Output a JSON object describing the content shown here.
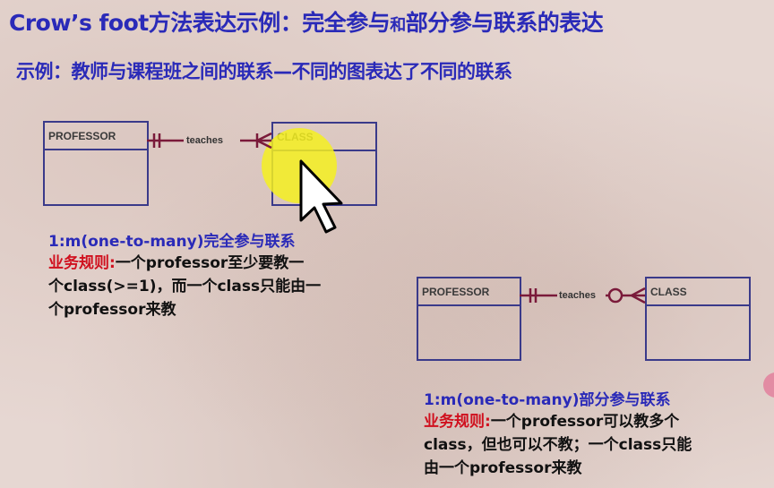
{
  "title": {
    "part1": "Crow’s foot方法表达示例：完全参与",
    "part2": "和",
    "part3": "部分参与联系的表达"
  },
  "subtitle": "示例：教师与课程班之间的联系—不同的图表达了不同的联系",
  "diagram1": {
    "left_entity": "PROFESSOR",
    "right_entity": "CLASS",
    "relationship": "teaches",
    "heading": "1:m(one-to-many)完全参与联系",
    "rule_label": "业务规则:",
    "rule_lines": [
      "一个professor至少要教一",
      "个class(>=1)，而一个class只能由一",
      "个professor来教"
    ]
  },
  "diagram2": {
    "left_entity": "PROFESSOR",
    "right_entity": "CLASS",
    "relationship": "teaches",
    "heading": "1:m(one-to-many)部分参与联系",
    "rule_label": "业务规则:",
    "rule_lines": [
      "一个professor可以教多个",
      "class，但也可以不教；一个class只能",
      "由一个professor来教"
    ]
  },
  "colors": {
    "title": "#2a2ab8",
    "rule_label": "#d0101e",
    "line": "#7a1a3a",
    "highlight": "#f5f020"
  },
  "icons": [
    "mouse-pointer-icon"
  ]
}
